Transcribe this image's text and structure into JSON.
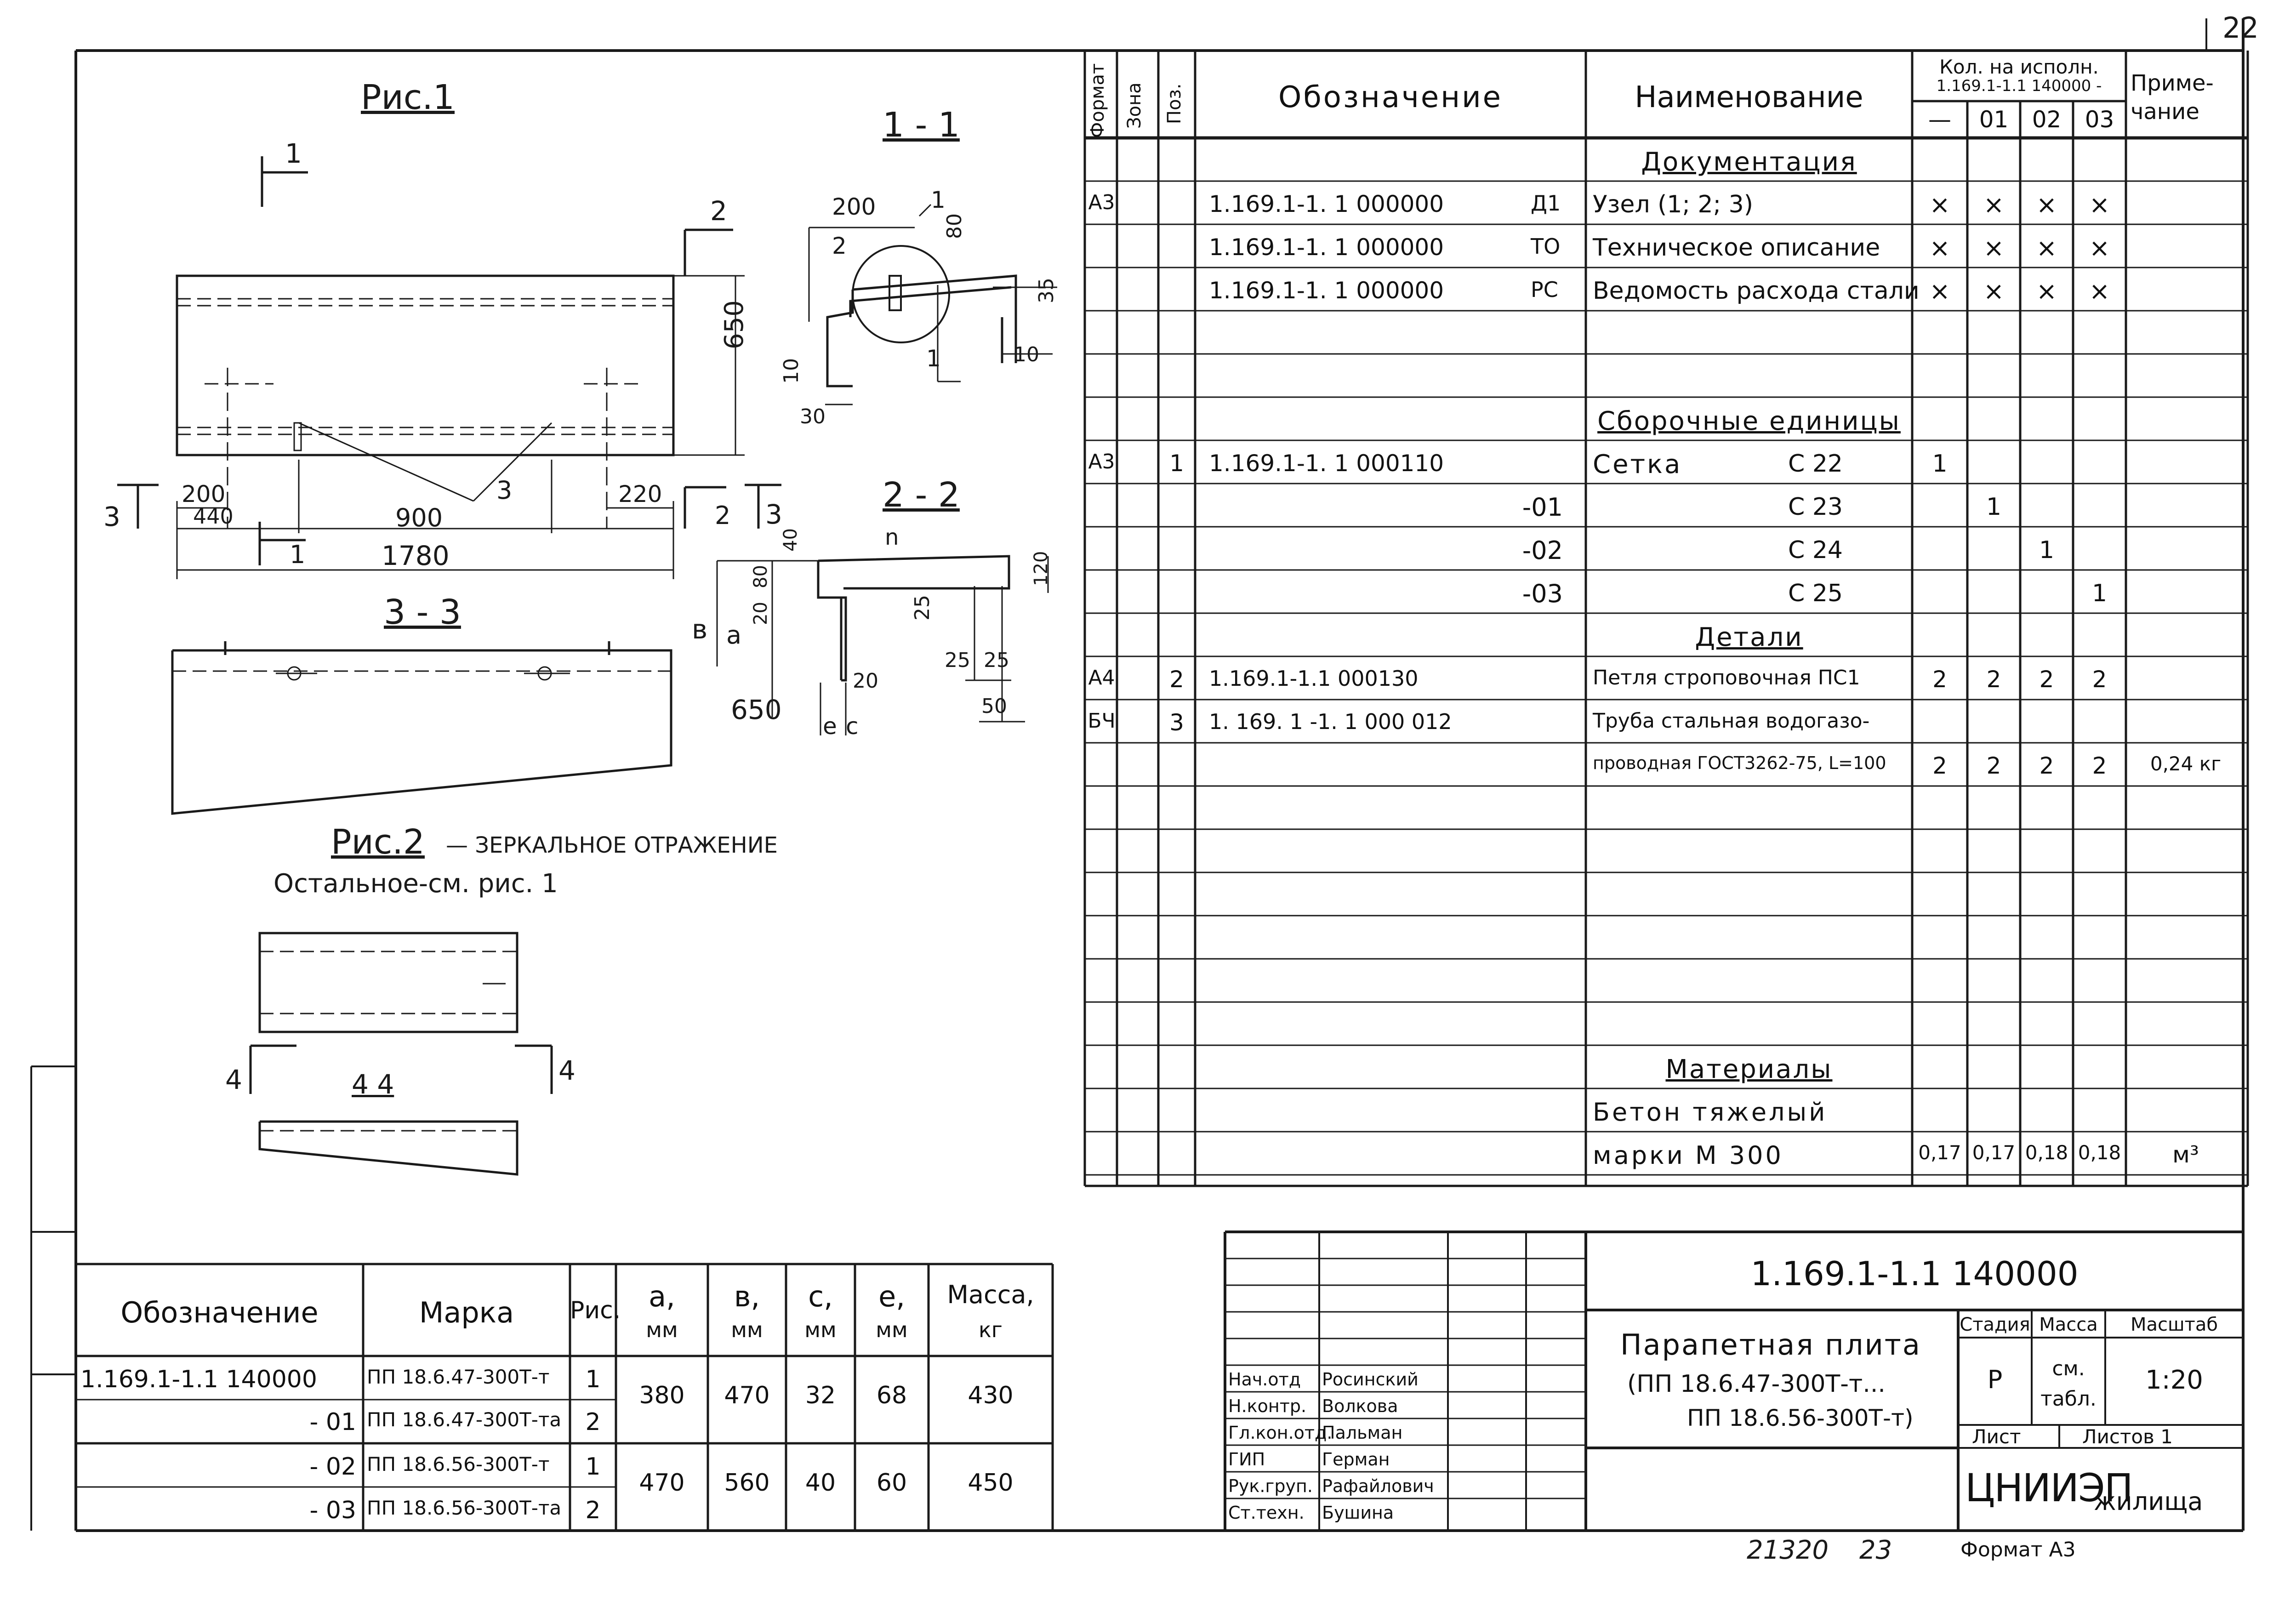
{
  "page_number": "22",
  "figures": {
    "fig1_title": "Рис.1",
    "fig2_title": "Рис.2",
    "fig2_note": "— ЗЕРКАЛЬНОЕ ОТРАЖЕНИЕ",
    "fig2_rest": "Остальное-см. рис. 1",
    "sec11": "1 - 1",
    "sec22": "2 - 2",
    "sec33": "3 - 3",
    "sec44": "4  4",
    "dims1": {
      "d650": "650",
      "d200": "200",
      "d440": "440",
      "d900": "900",
      "d220": "220",
      "d1780": "1780",
      "m1": "1",
      "m2": "2",
      "m3": "3",
      "l1": "1",
      "l2": "2",
      "l3": "3",
      "callout3": "3"
    },
    "dims11": {
      "d200": "200",
      "m1": "1",
      "m2": "2",
      "d80": "80",
      "d35": "35",
      "d10a": "10",
      "d10b": "10",
      "d30": "30",
      "m1b": "1"
    },
    "dims22": {
      "d40": "40",
      "d80": "80",
      "d20": "20",
      "a": "a",
      "b": "в",
      "d25a": "25",
      "d20b": "20",
      "d25b": "25",
      "d25c": "25",
      "d120": "120",
      "d50": "50",
      "e": "e",
      "c": "c",
      "n": "n"
    },
    "marks4": {
      "l4a": "4",
      "l4b": "4"
    }
  },
  "spec": {
    "headers": {
      "format": "Формат",
      "zona": "Зона",
      "pos": "Поз.",
      "oboz": "Обозначение",
      "naim": "Наименование",
      "kol": "Кол. на исполн.",
      "kol_sub": "1.169.1-1.1 140000 -",
      "ex0": "—",
      "ex1": "01",
      "ex2": "02",
      "ex3": "03",
      "prim": "Приме-чание"
    },
    "sec_doc": "Документация",
    "doc_rows": [
      {
        "format": "А3",
        "oboz": "1.169.1-1. 1 000000",
        "code": "Д1",
        "naim": "Узел (1; 2; 3)",
        "q0": "×",
        "q1": "×",
        "q2": "×",
        "q3": "×"
      },
      {
        "format": "",
        "oboz": "1.169.1-1. 1 000000",
        "code": "ТО",
        "naim": "Техническое описание",
        "q0": "×",
        "q1": "×",
        "q2": "×",
        "q3": "×"
      },
      {
        "format": "",
        "oboz": "1.169.1-1. 1 000000",
        "code": "РС",
        "naim": "Ведомость расхода стали",
        "q0": "×",
        "q1": "×",
        "q2": "×",
        "q3": "×"
      }
    ],
    "sec_asm": "Сборочные единицы",
    "asm_rows": [
      {
        "format": "А3",
        "pos": "1",
        "oboz": "1.169.1-1. 1 000110",
        "naim": "Сетка",
        "mark": "С 22",
        "q0": "1",
        "q1": "",
        "q2": "",
        "q3": ""
      },
      {
        "format": "",
        "pos": "",
        "oboz": "-01",
        "naim": "",
        "mark": "С 23",
        "q0": "",
        "q1": "1",
        "q2": "",
        "q3": ""
      },
      {
        "format": "",
        "pos": "",
        "oboz": "-02",
        "naim": "",
        "mark": "С 24",
        "q0": "",
        "q1": "",
        "q2": "1",
        "q3": ""
      },
      {
        "format": "",
        "pos": "",
        "oboz": "-03",
        "naim": "",
        "mark": "С 25",
        "q0": "",
        "q1": "",
        "q2": "",
        "q3": "1"
      }
    ],
    "sec_det": "Детали",
    "det_rows": [
      {
        "format": "А4",
        "pos": "2",
        "oboz": "1.169.1-1.1 000130",
        "naim": "Петля строповочная ПС1",
        "q0": "2",
        "q1": "2",
        "q2": "2",
        "q3": "2",
        "prim": ""
      },
      {
        "format": "БЧ",
        "pos": "3",
        "oboz": "1. 169. 1 -1. 1 000 012",
        "naim": "Труба стальная водогазо-",
        "q0": "",
        "q1": "",
        "q2": "",
        "q3": "",
        "prim": ""
      },
      {
        "format": "",
        "pos": "",
        "oboz": "",
        "naim": "проводная ГОСТ3262-75, L=100",
        "q0": "2",
        "q1": "2",
        "q2": "2",
        "q3": "2",
        "prim": "0,24 кг"
      }
    ],
    "sec_mat": "Материалы",
    "mat_rows": [
      {
        "naim": "Бетон тяжелый"
      },
      {
        "naim": "марки М 300",
        "q0": "0,17",
        "q1": "0,17",
        "q2": "0,18",
        "q3": "0,18",
        "prim": "м³"
      }
    ]
  },
  "marks_table": {
    "headers": {
      "oboz": "Обозначение",
      "marka": "Марка",
      "ris": "Рис.",
      "a": "a,",
      "a_u": "мм",
      "b": "в,",
      "b_u": "мм",
      "c": "c,",
      "c_u": "мм",
      "e": "e,",
      "e_u": "мм",
      "mass": "Масса,",
      "mass_u": "кг"
    },
    "rows": [
      {
        "oboz": "1.169.1-1.1 140000",
        "marka": "ПП 18.6.47-300Т-т",
        "ris": "1"
      },
      {
        "oboz": "- 01",
        "marka": "ПП 18.6.47-300Т-та",
        "ris": "2"
      },
      {
        "oboz": "- 02",
        "marka": "ПП 18.6.56-300Т-т",
        "ris": "1"
      },
      {
        "oboz": "- 03",
        "marka": "ПП 18.6.56-300Т-та",
        "ris": "2"
      }
    ],
    "groups": [
      {
        "a": "380",
        "b": "470",
        "c": "32",
        "e": "68",
        "mass": "430"
      },
      {
        "a": "470",
        "b": "560",
        "c": "40",
        "e": "60",
        "mass": "450"
      }
    ]
  },
  "title_block": {
    "code": "1.169.1-1.1 140000",
    "name1": "Парапетная плита",
    "name2": "(ПП 18.6.47-300Т-т...",
    "name3": "ПП 18.6.56-300Т-т)",
    "stage_h": "Стадия",
    "mass_h": "Масса",
    "scale_h": "Масштаб",
    "stage": "Р",
    "mass": "см. табл.",
    "scale": "1:20",
    "sheet_h": "Лист",
    "sheets_h": "Листов 1",
    "org1": "ЦНИИЭП",
    "org2": "жилища",
    "roles": [
      {
        "role": "Нач.отд",
        "name": "Росинский"
      },
      {
        "role": "Н.контр.",
        "name": "Волкова"
      },
      {
        "role": "Гл.кон.отд.",
        "name": "Пальман"
      },
      {
        "role": "ГИП",
        "name": "Герман"
      },
      {
        "role": "Рук.груп.",
        "name": "Рафайлович"
      },
      {
        "role": "Ст.техн.",
        "name": "Бушина"
      }
    ]
  },
  "footer": {
    "inv": "21320",
    "num": "23",
    "format": "Формат А3"
  }
}
